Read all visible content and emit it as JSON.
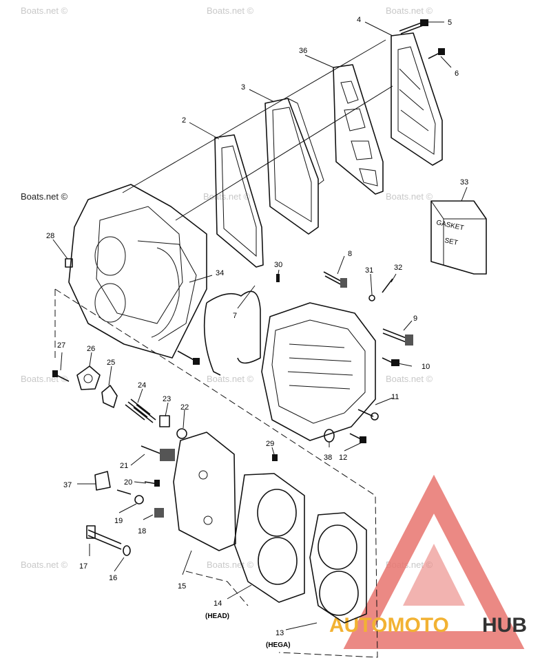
{
  "watermark": "Boats.net ©",
  "logo": {
    "part1": "AUTOMOTO",
    "part2": "HUB",
    "color_red": "#e8746f",
    "color_gold": "#f2b233",
    "color_dark": "#333333"
  },
  "callouts": [
    {
      "id": "2",
      "label": "2"
    },
    {
      "id": "3",
      "label": "3"
    },
    {
      "id": "4",
      "label": "4"
    },
    {
      "id": "5",
      "label": "5"
    },
    {
      "id": "6",
      "label": "6"
    },
    {
      "id": "7",
      "label": "7"
    },
    {
      "id": "8",
      "label": "8"
    },
    {
      "id": "9",
      "label": "9"
    },
    {
      "id": "10",
      "label": "10"
    },
    {
      "id": "11",
      "label": "11"
    },
    {
      "id": "12",
      "label": "12"
    },
    {
      "id": "13",
      "label": "13"
    },
    {
      "id": "14",
      "label": "14"
    },
    {
      "id": "15",
      "label": "15"
    },
    {
      "id": "16",
      "label": "16"
    },
    {
      "id": "17",
      "label": "17"
    },
    {
      "id": "18",
      "label": "18"
    },
    {
      "id": "19",
      "label": "19"
    },
    {
      "id": "20",
      "label": "20"
    },
    {
      "id": "21",
      "label": "21"
    },
    {
      "id": "22",
      "label": "22"
    },
    {
      "id": "23",
      "label": "23"
    },
    {
      "id": "24",
      "label": "24"
    },
    {
      "id": "25",
      "label": "25"
    },
    {
      "id": "26",
      "label": "26"
    },
    {
      "id": "27",
      "label": "27"
    },
    {
      "id": "28",
      "label": "28"
    },
    {
      "id": "29",
      "label": "29"
    },
    {
      "id": "30",
      "label": "30"
    },
    {
      "id": "31",
      "label": "31"
    },
    {
      "id": "32",
      "label": "32"
    },
    {
      "id": "33",
      "label": "33"
    },
    {
      "id": "34",
      "label": "34"
    },
    {
      "id": "36",
      "label": "36"
    },
    {
      "id": "37",
      "label": "37"
    },
    {
      "id": "38",
      "label": "38"
    }
  ],
  "subtitles": {
    "head": "(HEAD)",
    "hega": "(HEGA)"
  },
  "gasket_box": {
    "line1": "GASKET",
    "line2": "SET"
  }
}
